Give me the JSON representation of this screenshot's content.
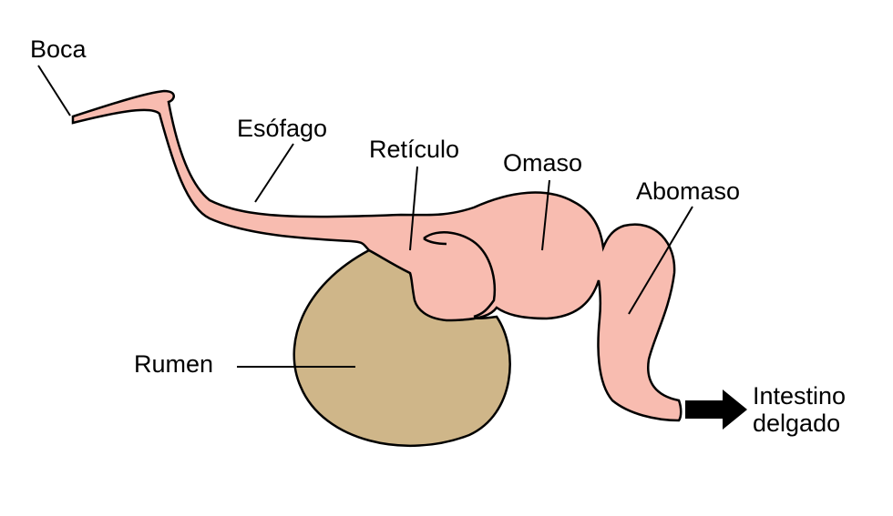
{
  "labels": {
    "boca": "Boca",
    "esofago": "Esófago",
    "reticulo": "Retículo",
    "omaso": "Omaso",
    "abomaso": "Abomaso",
    "rumen": "Rumen",
    "intestino_line1": "Intestino",
    "intestino_line2": "delgado"
  },
  "colors": {
    "tract_fill": "#f8bcb0",
    "rumen_fill": "#cfb689",
    "outline": "#000000",
    "arrow": "#000000"
  }
}
